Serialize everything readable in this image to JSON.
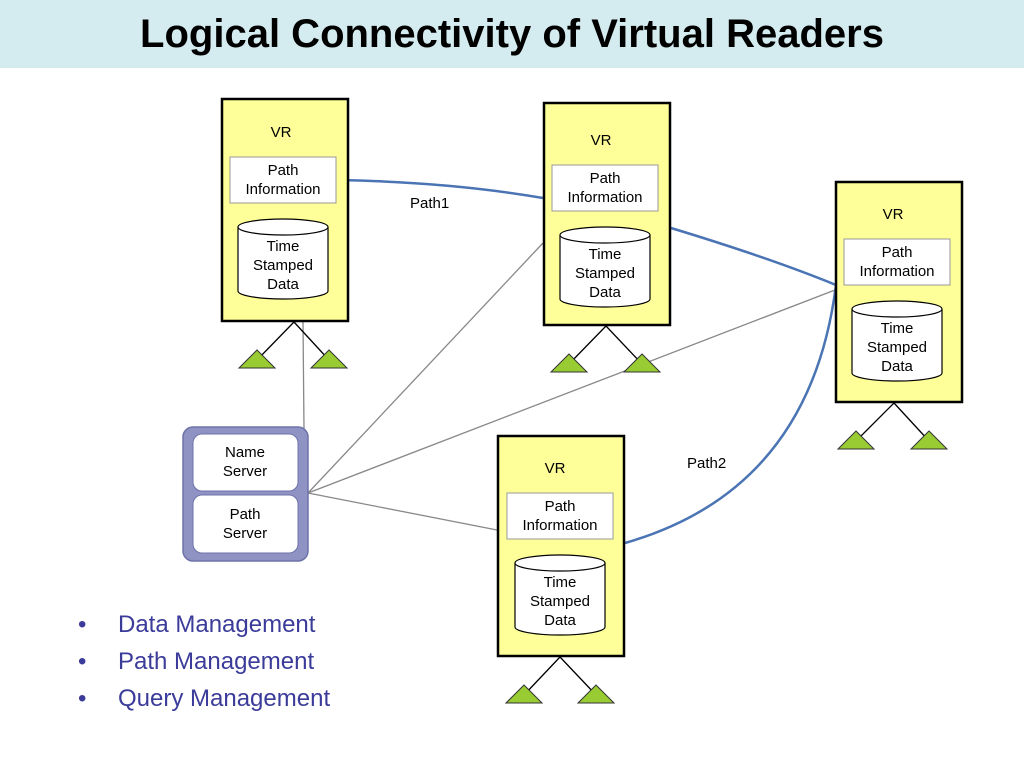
{
  "title": "Logical Connectivity of Virtual Readers",
  "virtual_readers": [
    {
      "id": "vr-top-left",
      "label": "VR",
      "path_info": [
        "Path",
        "Information"
      ],
      "storage": [
        "Time",
        "Stamped",
        "Data"
      ]
    },
    {
      "id": "vr-top-middle",
      "label": "VR",
      "path_info": [
        "Path",
        "Information"
      ],
      "storage": [
        "Time",
        "Stamped",
        "Data"
      ]
    },
    {
      "id": "vr-right",
      "label": "VR",
      "path_info": [
        "Path",
        "Information"
      ],
      "storage": [
        "Time",
        "Stamped",
        "Data"
      ]
    },
    {
      "id": "vr-bottom",
      "label": "VR",
      "path_info": [
        "Path",
        "Information"
      ],
      "storage": [
        "Time",
        "Stamped",
        "Data"
      ]
    }
  ],
  "server": {
    "name_server": [
      "Name",
      "Server"
    ],
    "path_server": [
      "Path",
      "Server"
    ]
  },
  "paths": [
    {
      "label": "Path1",
      "from": "vr-top-left",
      "via": "vr-top-middle",
      "to": "vr-right"
    },
    {
      "label": "Path2",
      "from": "vr-right",
      "to": "vr-bottom"
    }
  ],
  "bullets": [
    "Data Management",
    "Path Management",
    "Query Management"
  ],
  "colors": {
    "title_bg": "#d4ecef",
    "vr_fill": "#ffff99",
    "path_line": "#4a74b4",
    "server_fill": "#8f93c4",
    "antenna_fill": "#99cc33",
    "bullet_text": "#3b3b9a"
  }
}
